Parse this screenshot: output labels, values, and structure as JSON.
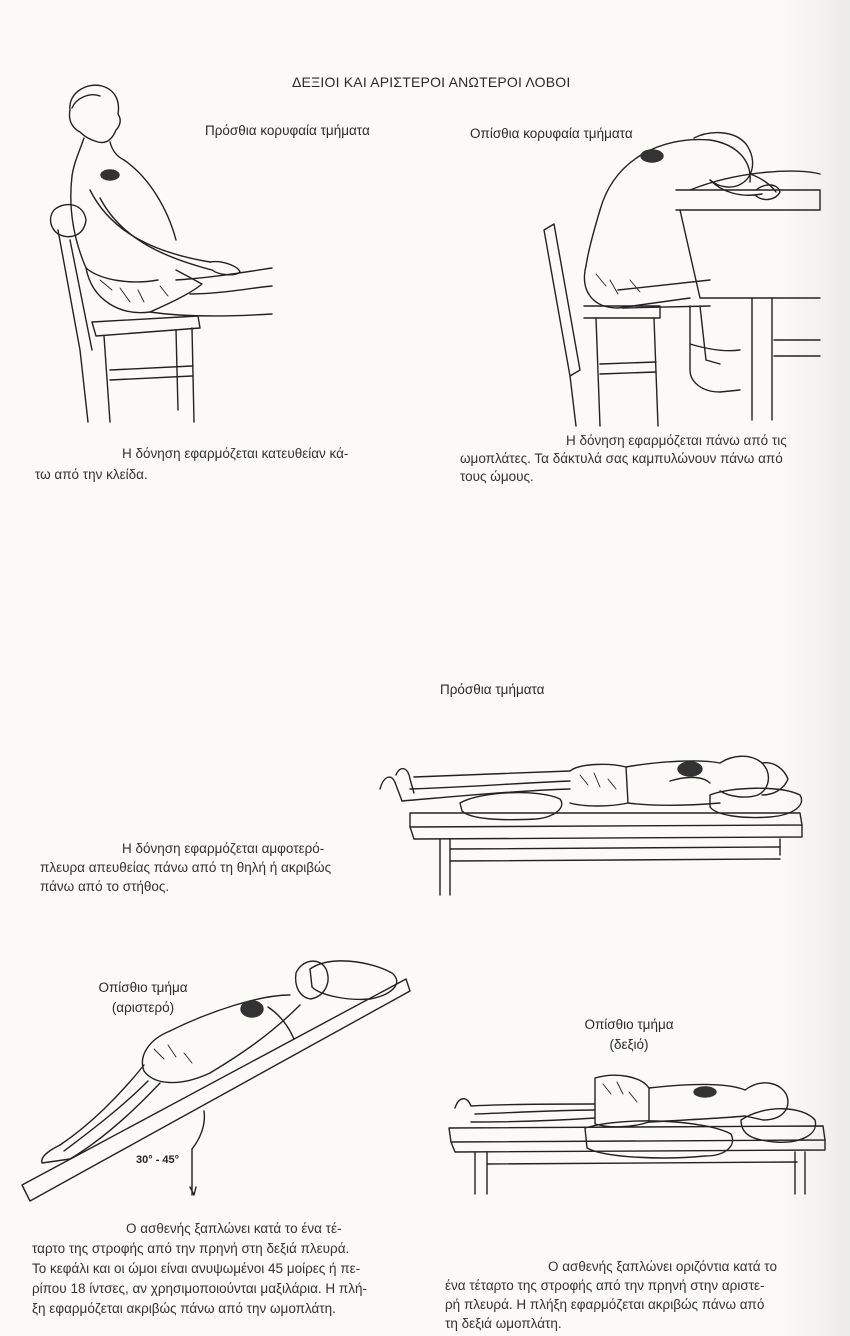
{
  "title": "ΔΕΞΙΟΙ ΚΑΙ ΑΡΙΣΤΕΡΟΙ ΑΝΩΤΕΡΟΙ ΛΟΒΟΙ",
  "fig1": {
    "label": "Πρόσθια κορυφαία τμήματα",
    "caption_line1": "Η δόνηση εφαρμόζεται κατευθείαν κά-",
    "caption_line2": "τω από την κλείδα."
  },
  "fig2": {
    "label": "Οπίσθια κορυφαία τμήματα",
    "caption_line1": "Η δόνηση εφαρμόζεται πάνω από τις",
    "caption_line2": "ωμοπλάτες. Τα δάκτυλά σας καμπυλώνουν πάνω από",
    "caption_line3": "τους ώμους."
  },
  "fig3": {
    "label": "Πρόσθια τμήματα",
    "caption_line1": "Η δόνηση εφαρμόζεται αμφοτερό-",
    "caption_line2": "πλευρα απευθείας πάνω από τη θηλή ή ακριβώς",
    "caption_line3": "πάνω από το στήθος."
  },
  "fig4": {
    "label_line1": "Οπίσθιο τμήμα",
    "label_line2": "(αριστερό)",
    "angle": "30° - 45°",
    "caption_line1": "Ο ασθενής ξαπλώνει κατά το ένα τέ-",
    "caption_line2": "ταρτο της στροφής από την πρηνή στη δεξιά πλευρά.",
    "caption_line3": "Το κεφάλι και οι ώμοι είναι ανυψωμένοι 45 μοίρες ή πε-",
    "caption_line4": "ρίπου 18 ίντσες, αν χρησιμοποιούνται μαξιλάρια. Η πλή-",
    "caption_line5": "ξη εφαρμόζεται ακριβώς πάνω από την ωμοπλάτη."
  },
  "fig5": {
    "label_line1": "Οπίσθιο τμήμα",
    "label_line2": "(δεξιό)",
    "caption_line1": "Ο ασθενής ξαπλώνει οριζόντια κατά το",
    "caption_line2": "ένα τέταρτο της στροφής από την πρηνή στην αριστε-",
    "caption_line3": "ρή πλευρά. Η πλήξη εφαρμόζεται ακριβώς πάνω από",
    "caption_line4": "τη δεξιά ωμοπλάτη."
  }
}
